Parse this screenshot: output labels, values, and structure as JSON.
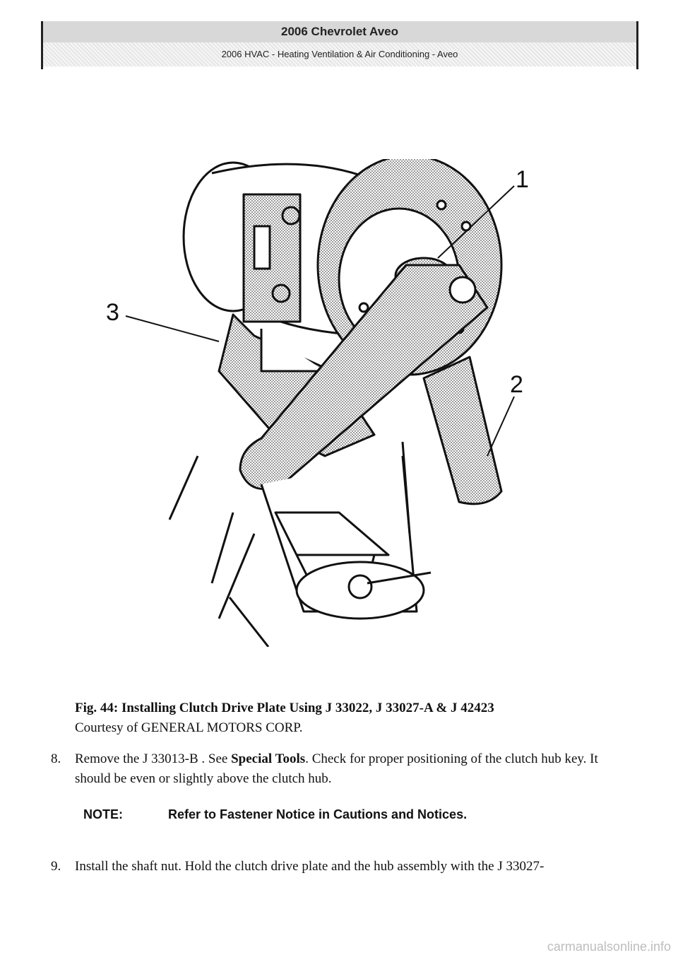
{
  "header": {
    "title": "2006 Chevrolet Aveo",
    "subtitle": "2006 HVAC - Heating Ventilation & Air Conditioning - Aveo"
  },
  "figure": {
    "callouts": [
      "1",
      "2",
      "3"
    ]
  },
  "caption": {
    "title": "Fig. 44: Installing Clutch Drive Plate Using J 33022, J 33027-A & J 42423",
    "courtesy": "Courtesy of GENERAL MOTORS CORP."
  },
  "steps": [
    {
      "number": "8.",
      "lead": "Remove the J 33013-B . See ",
      "link": "Special Tools",
      "rest": ". Check for proper positioning of the clutch hub key. It should be even or slightly above the clutch hub."
    },
    {
      "number": "9.",
      "text": "Install the shaft nut. Hold the clutch drive plate and the hub assembly with the J 33027-"
    }
  ],
  "note": {
    "label": "NOTE:",
    "text": "Refer to Fastener Notice in Cautions and Notices."
  },
  "watermark": "carmanualsonline.info"
}
